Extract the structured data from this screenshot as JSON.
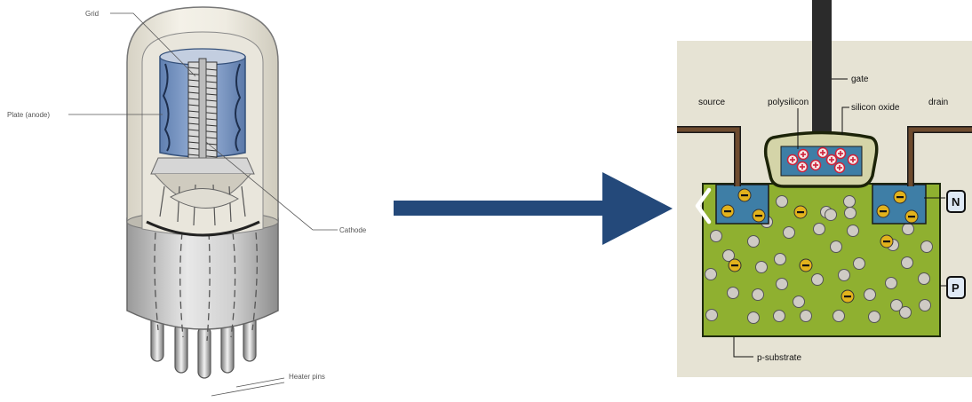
{
  "tube": {
    "labels": {
      "grid": "Grid",
      "plate": "Plate (anode)",
      "cathode": "Cathode",
      "heater": "Heater pins"
    }
  },
  "mosfet": {
    "labels": {
      "gate": "gate",
      "source": "source",
      "polysilicon": "polysilicon",
      "silicon_oxide": "silicon oxide",
      "drain": "drain",
      "substrate": "p-substrate"
    },
    "badges": {
      "n": "N",
      "p": "P"
    },
    "symbols": {
      "plus": "+",
      "minus": "−"
    },
    "icons": [
      "chevron-left-icon"
    ]
  },
  "colors": {
    "arrow": "#24497a",
    "background": "#e6e3d4",
    "substrate": "#8fb030",
    "n_region": "#3e7ea6",
    "gate_oxide": "#d4d4a8",
    "wire": "#6e4b2e",
    "hole": "#cfcbc4",
    "electron": "#e2b21c",
    "positive": "#d0223a"
  }
}
